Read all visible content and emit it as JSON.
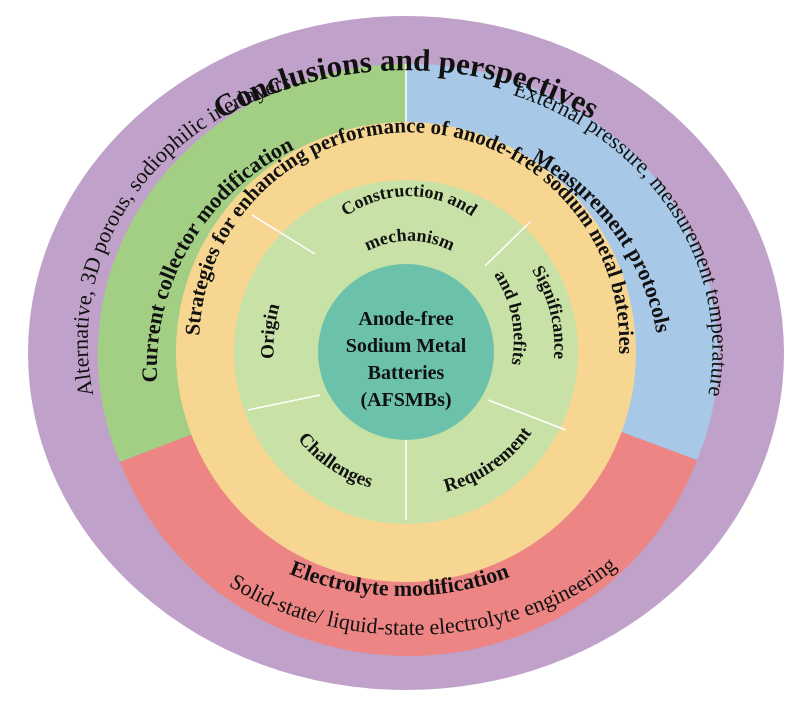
{
  "colors": {
    "purple": "#bfa1c9",
    "green": "#a3cf84",
    "blue": "#a8c8e7",
    "red": "#ec8583",
    "yellow": "#f7d692",
    "inner_green": "#c8e1a6",
    "teal": "#6cc1ab"
  },
  "outer_ring": {
    "title": "Conclusions and perspectives"
  },
  "quadrants": {
    "current_collector": {
      "heading": "Current collector modification",
      "detail": "Alternative, 3D porous, sodiophilic inerlayers"
    },
    "measurement": {
      "heading": "Measurement protocols",
      "detail": "External pressure, measurement temperature"
    },
    "electrolyte": {
      "heading": "Electrolyte modification",
      "detail": "Solid-state/ liquid-state electrolyte engineering"
    }
  },
  "strategy_ring": {
    "label": "Strategies for enhancing performance of anode-free sodium metal bateries"
  },
  "inner_segments": {
    "construction_line1": "Construction and",
    "construction_line2": "mechanism",
    "significance_line1": "Significance",
    "significance_line2": "and benefits",
    "requirement": "Requirement",
    "challenges": "Challenges",
    "origin": "Origin"
  },
  "center": {
    "line1": "Anode-free",
    "line2": "Sodium Metal",
    "line3": "Batteries",
    "line4": "(AFSMBs)"
  }
}
